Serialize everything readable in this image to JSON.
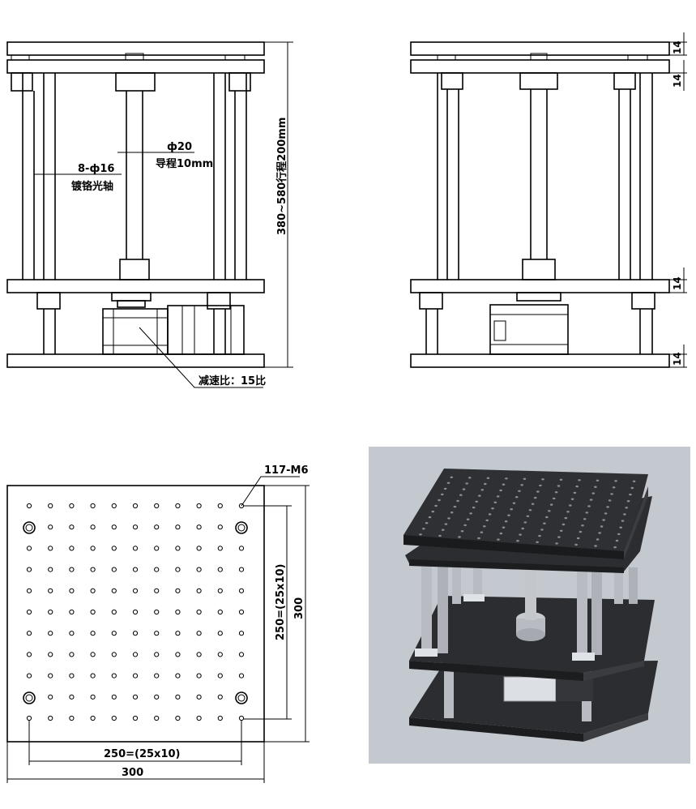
{
  "front_view": {
    "shaft_label": "8-ф16",
    "shaft_label_2": "镀铬光轴",
    "screw_label": "ф20",
    "screw_label_2": "导程10mm",
    "height_label": "380~580行程200mm",
    "reducer_label": "减速比：15比"
  },
  "side_view": {
    "thickness_labels": [
      "14",
      "14",
      "14",
      "14"
    ]
  },
  "top_view": {
    "hole_label": "117-M6",
    "pitch_h_label": "250=(25x10)",
    "width_label": "300",
    "pitch_v_label": "250=(25x10)",
    "height_label": "300"
  },
  "render_view": {
    "background": "#c4c8cf",
    "plate_color": "#2b2d30",
    "shaft_color": "#b8bcc2"
  }
}
